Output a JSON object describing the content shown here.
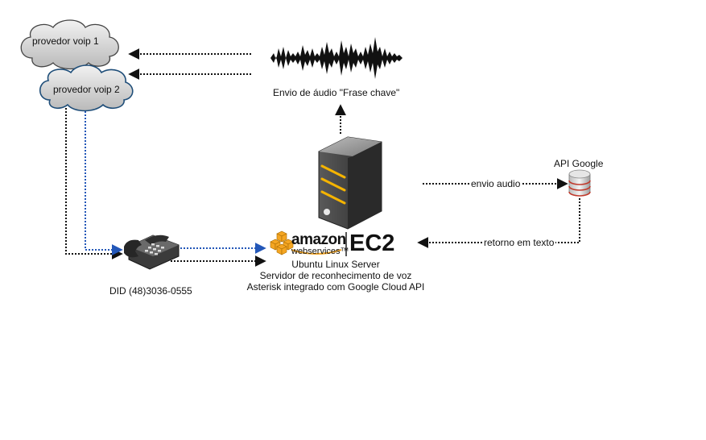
{
  "nodes": {
    "voip1": {
      "label": "provedor voip 1"
    },
    "voip2": {
      "label": "provedor voip 2"
    },
    "audio_wave": {
      "label": "Envio de áudio \"Frase chave\""
    },
    "server": {
      "brand_amazon": "amazon",
      "brand_webservices": "webservices™",
      "brand_ec2": "EC2",
      "line1": "Ubuntu Linux Server",
      "line2": "Servidor de reconhecimento de voz",
      "line3": "Asterisk integrado com Google Cloud API"
    },
    "phone": {
      "label": "DID (48)3036-0555"
    },
    "google": {
      "label": "API Google"
    }
  },
  "edges": {
    "envio_audio": {
      "label": "envio audio"
    },
    "retorno_texto": {
      "label": "retorno em texto"
    }
  },
  "colors": {
    "cloud_fill": "#d9d9d9",
    "cloud_stroke_1": "#444444",
    "cloud_stroke_2": "#1f4e79",
    "edge_black": "#111111",
    "edge_blue": "#2357b8",
    "aws_orange": "#f5a623",
    "server_body": "#3a3a3a",
    "db_stripe": "#c0392b"
  }
}
